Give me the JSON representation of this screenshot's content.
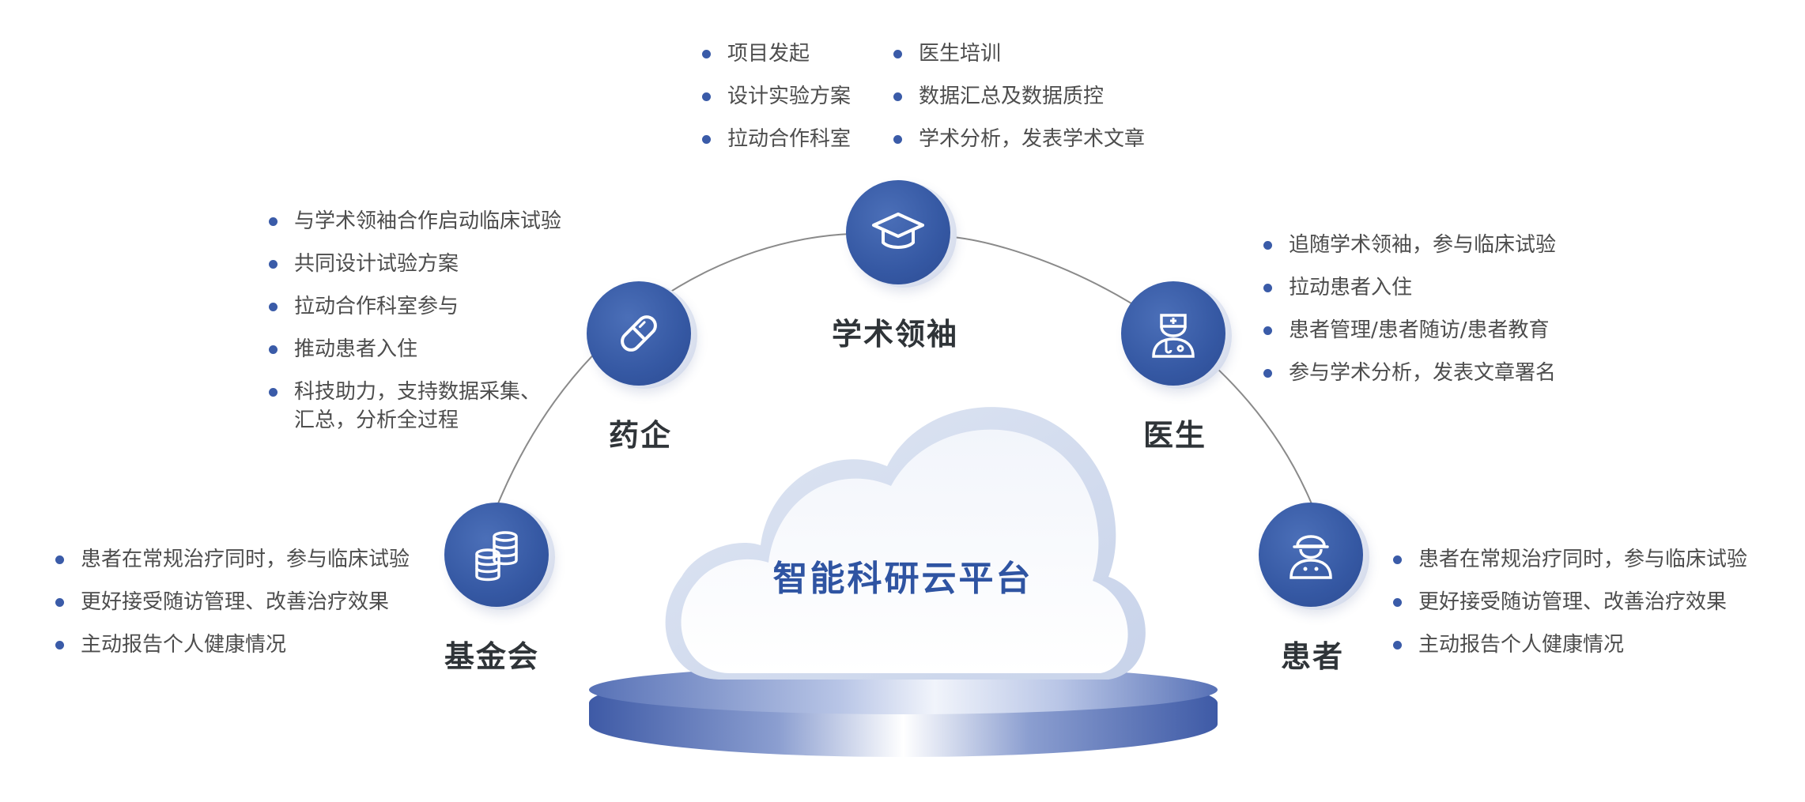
{
  "platform": {
    "title": "智能科研云平台"
  },
  "nodes": {
    "academic": {
      "label": "学术领袖",
      "icon": "graduation-cap-icon"
    },
    "pharma": {
      "label": "药企",
      "icon": "capsule-icon"
    },
    "doctor": {
      "label": "医生",
      "icon": "doctor-icon"
    },
    "foundation": {
      "label": "基金会",
      "icon": "coin-stack-icon"
    },
    "patient": {
      "label": "患者",
      "icon": "patient-icon"
    }
  },
  "lists": {
    "academic_left": [
      "项目发起",
      "设计实验方案",
      "拉动合作科室"
    ],
    "academic_right": [
      "医生培训",
      "数据汇总及数据质控",
      "学术分析，发表学术文章"
    ],
    "pharma": [
      "与学术领袖合作启动临床试验",
      "共同设计试验方案",
      "拉动合作科室参与",
      "推动患者入住",
      "科技助力，支持数据采集、汇总，分析全过程"
    ],
    "doctor": [
      "追随学术领袖，参与临床试验",
      "拉动患者入住",
      "患者管理/患者随访/患者教育",
      "参与学术分析，发表文章署名"
    ],
    "foundation": [
      "患者在常规治疗同时，参与临床试验",
      "更好接受随访管理、改善治疗效果",
      "主动报告个人健康情况"
    ],
    "patient": [
      "患者在常规治疗同时，参与临床试验",
      "更好接受随访管理、改善治疗效果",
      "主动报告个人健康情况"
    ]
  },
  "colors": {
    "accent": "#3558a3",
    "bullet": "#3a5ba8",
    "title": "#2f54a2",
    "text": "#4d4d4d"
  }
}
